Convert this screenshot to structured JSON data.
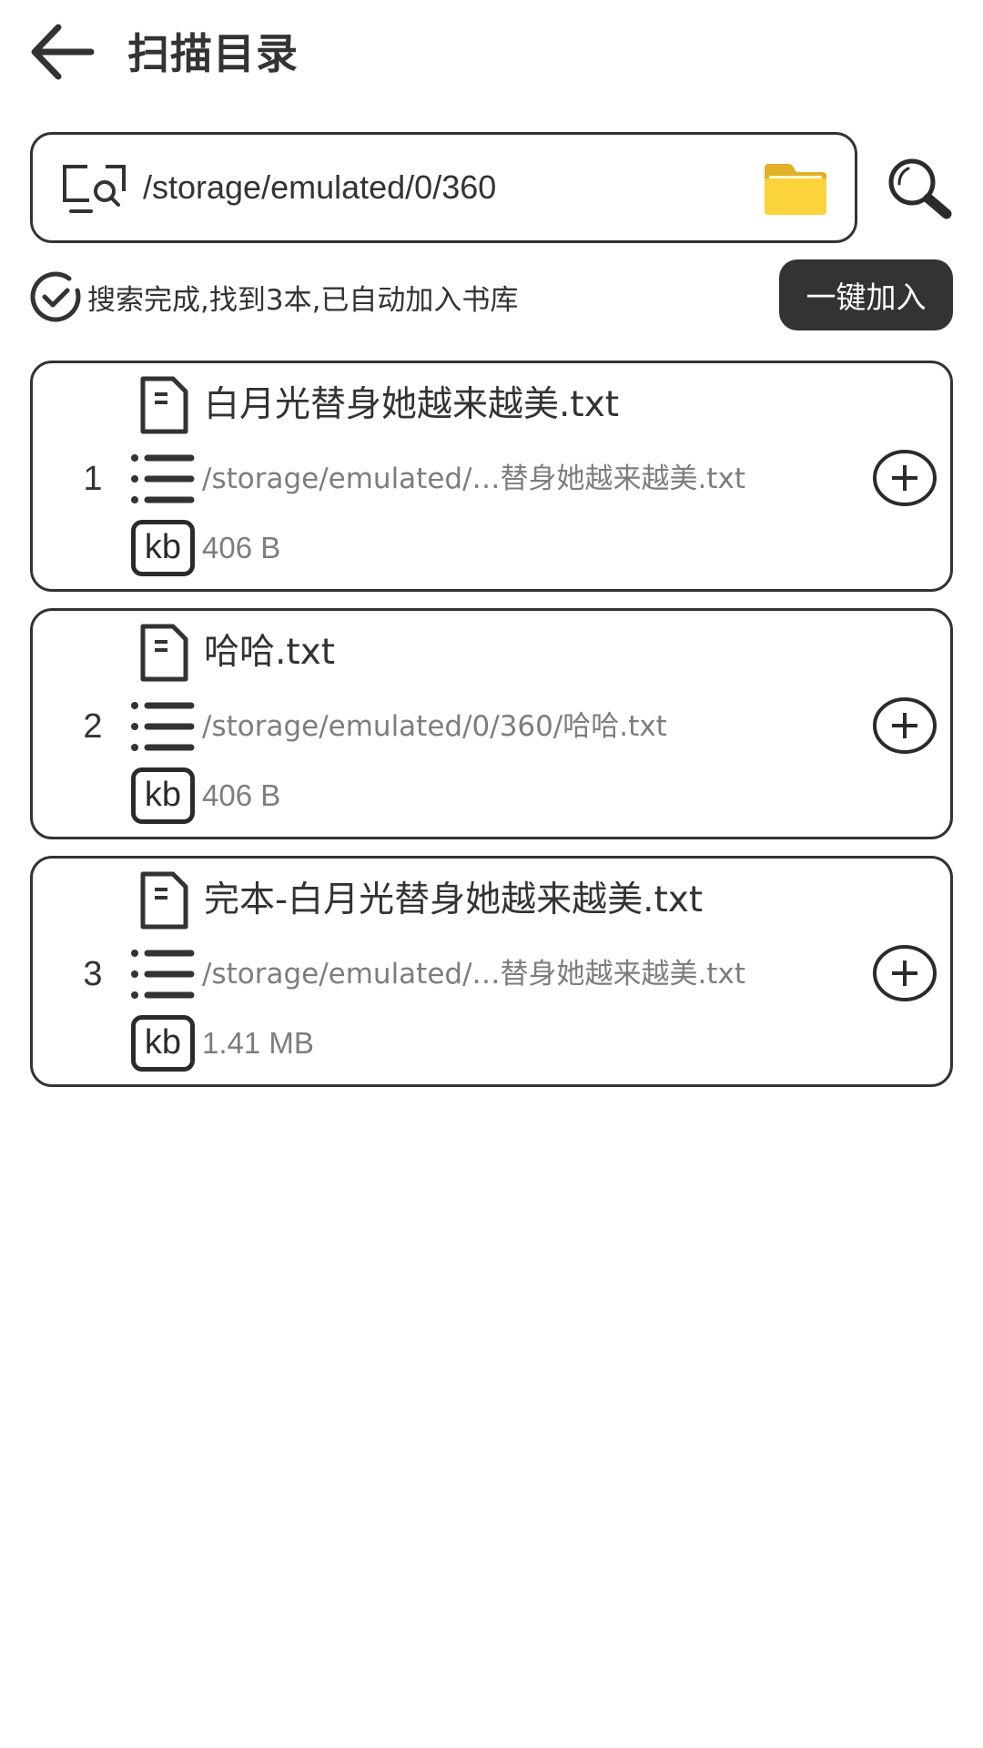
{
  "header": {
    "back_icon": "arrow-left-icon",
    "title": "扫描目录"
  },
  "path_box": {
    "icon": "monitor-search-icon",
    "value": "/storage/emulated/0/360",
    "folder_icon": "folder-icon",
    "folder_colors": {
      "back": "#E2B027",
      "front": "#FBD43C",
      "paper": "#FFF7D6"
    }
  },
  "search_button": {
    "icon": "magnifier-icon"
  },
  "status": {
    "icon": "check-circle-icon",
    "text": "搜索完成,找到3本,已自动加入书库"
  },
  "add_all_button": {
    "label": "一键加入"
  },
  "files": [
    {
      "index": "1",
      "name": "白月光替身她越来越美.txt",
      "path": "/storage/emulated/…替身她越来越美.txt",
      "size_icon": "kb",
      "size": "406 B"
    },
    {
      "index": "2",
      "name": "哈哈.txt",
      "path": "/storage/emulated/0/360/哈哈.txt",
      "size_icon": "kb",
      "size": "406 B"
    },
    {
      "index": "3",
      "name": "完本-白月光替身她越来越美.txt",
      "path": "/storage/emulated/…替身她越来越美.txt",
      "size_icon": "kb",
      "size": "1.41 MB"
    }
  ],
  "colors": {
    "text_primary": "#333333",
    "text_secondary": "#7D7D7D",
    "button_bg": "#333333",
    "button_text": "#FFFFFF",
    "background": "#FFFFFF"
  }
}
